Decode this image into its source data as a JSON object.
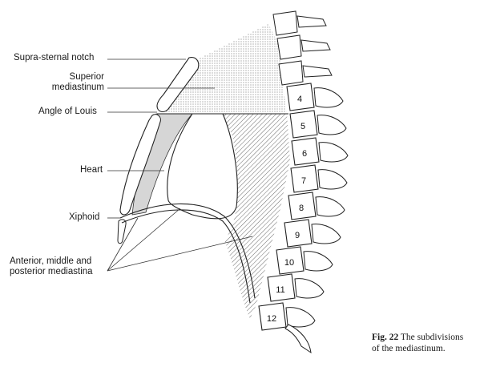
{
  "labels": {
    "suprasternal_notch": "Supra-sternal notch",
    "superior_mediastinum_line1": "Superior",
    "superior_mediastinum_line2": "mediastinum",
    "angle_of_louis": "Angle of Louis",
    "heart": "Heart",
    "xiphoid": "Xiphoid",
    "amp_line1": "Anterior, middle and",
    "amp_line2": "posterior mediastina"
  },
  "vertebra_numbers": [
    "4",
    "5",
    "6",
    "7",
    "8",
    "9",
    "10",
    "11",
    "12"
  ],
  "caption": {
    "figure": "Fig. 22",
    "line1": "The subdivisions",
    "line2": "of the mediastinum."
  }
}
